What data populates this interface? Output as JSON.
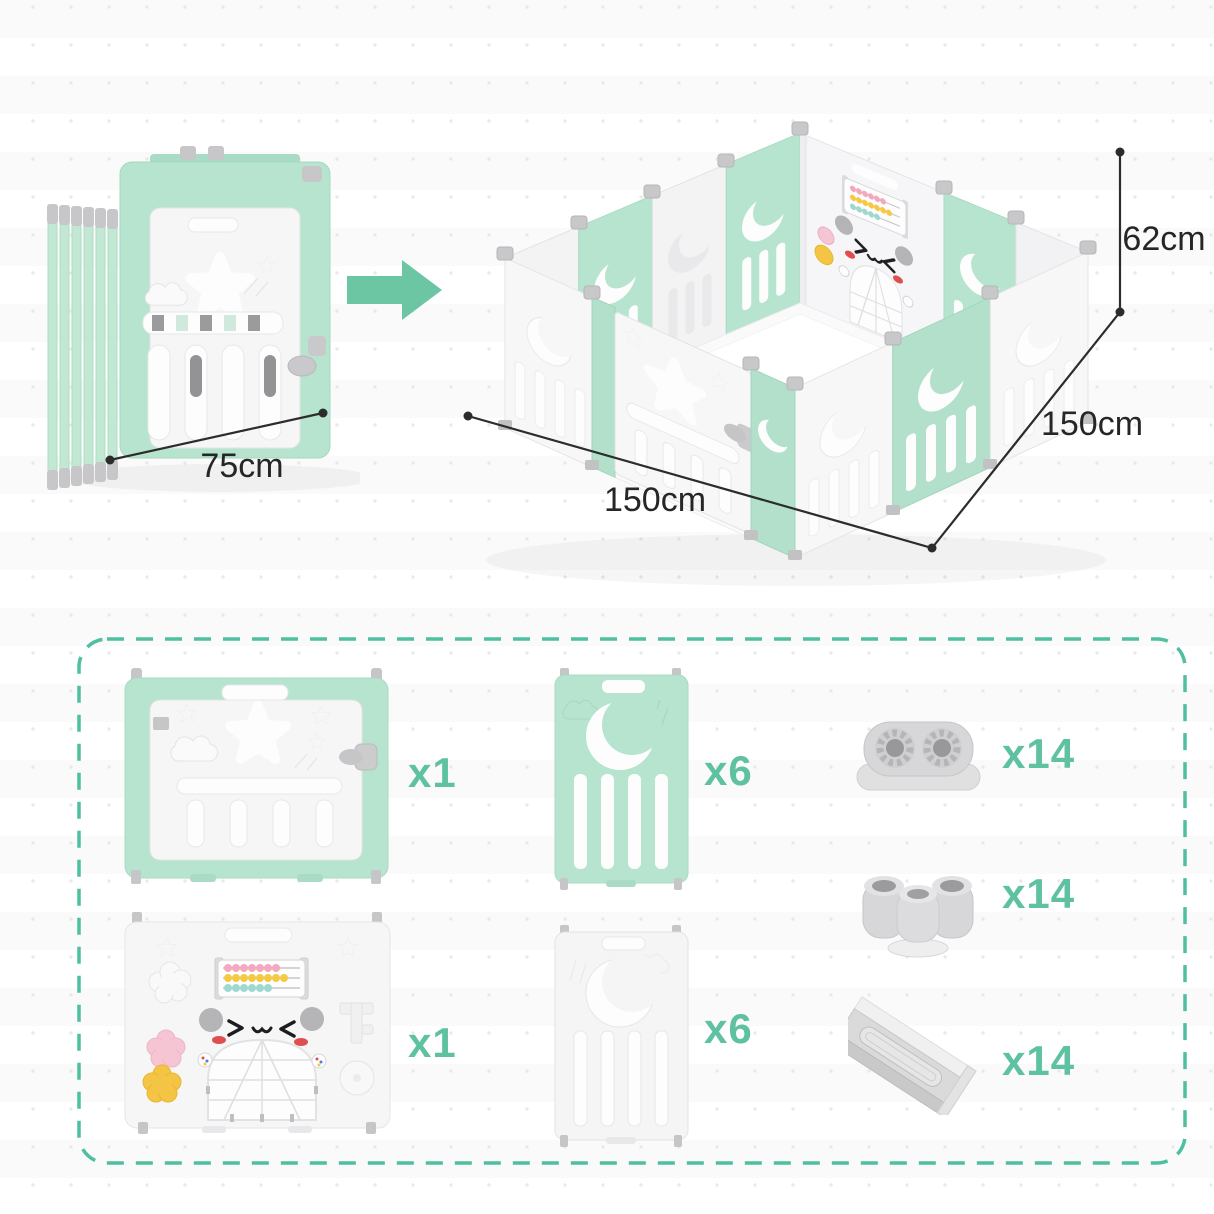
{
  "colors": {
    "mint": "#b7e4cf",
    "mint_dark": "#a5d8c2",
    "teal_accent": "#5ec1a1",
    "arrow": "#6cc6a3",
    "dashed_border": "#4ebfa1",
    "dimension_text": "#262626",
    "connector_gray": "#d6d6d8",
    "panda_pink_flower": "#f6c5d4",
    "panda_yellow_flower": "#f4c445",
    "bead_pink": "#f2a9c0",
    "bead_yellow": "#f5c945",
    "bead_teal": "#9fd8d0",
    "cheek_red": "#e04f4f"
  },
  "icons": {
    "transform_arrow": "arrow-right-icon",
    "moon": "moon-cutout-icon",
    "star": "star-cutout-icon"
  },
  "diagram": {
    "folded_playpen": {
      "width_label": "75cm"
    },
    "assembled_playpen": {
      "height_label": "62cm",
      "side_label": "150cm",
      "front_label": "150cm"
    }
  },
  "parts": {
    "items": [
      {
        "id": "star-door-panel",
        "qty": "x1"
      },
      {
        "id": "mint-moon-panel",
        "qty": "x6"
      },
      {
        "id": "socket-foot-connector",
        "qty": "x14"
      },
      {
        "id": "panda-activity-panel",
        "qty": "x1"
      },
      {
        "id": "white-moon-panel",
        "qty": "x6"
      },
      {
        "id": "tube-connector",
        "qty": "x14"
      },
      {
        "id": "angle-bracket-connector",
        "qty": "x14"
      }
    ]
  }
}
